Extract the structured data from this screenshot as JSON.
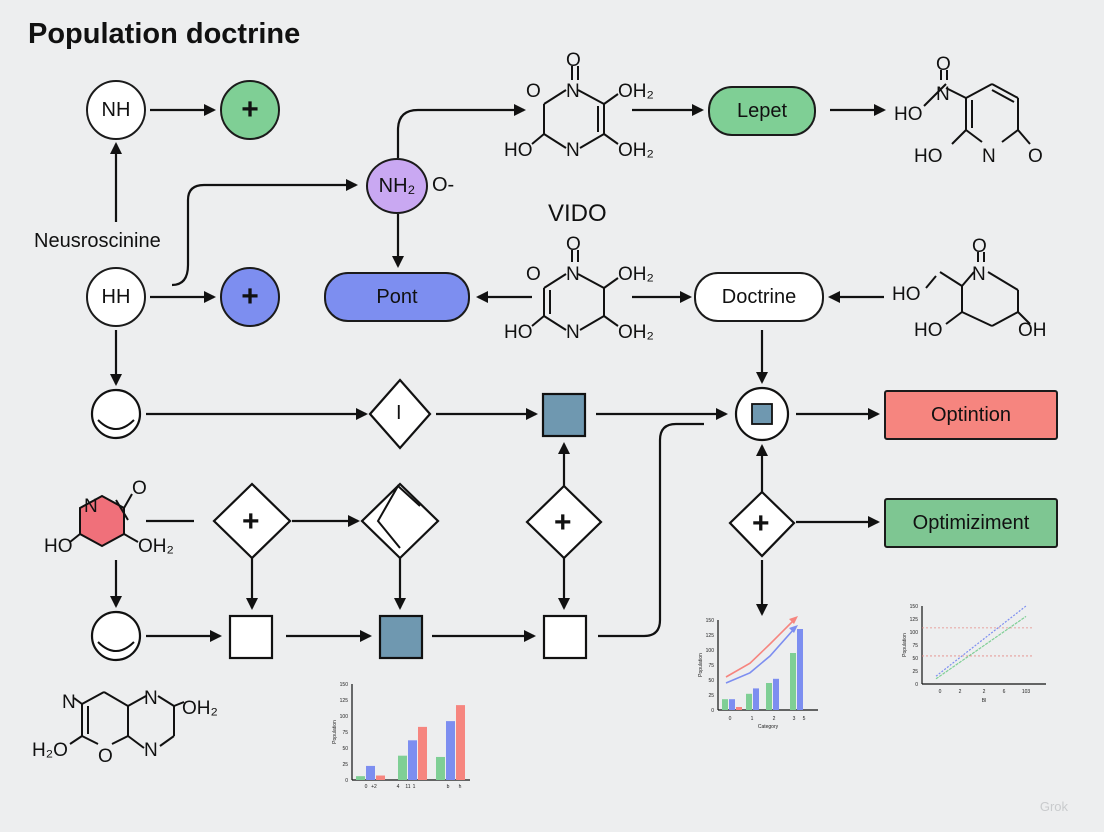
{
  "title": "Population doctrine",
  "colors": {
    "green": "#7fcf95",
    "blue": "#7d8ef0",
    "purple": "#c9a8f2",
    "red": "#f6857f",
    "green_box": "#7ec692",
    "steel": "#6f98b0",
    "red_hex": "#f0707a"
  },
  "nodes": {
    "nh": "NH",
    "hh": "HH",
    "plus": "+",
    "nh2": "NH₂",
    "nh2_suffix": "O-",
    "lepet": "Lepet",
    "pont": "Pont",
    "doctrine": "Doctrine",
    "optintion": "Optintion",
    "optimiziment": "Optimiziment",
    "diamond_i": "I"
  },
  "labels": {
    "neusroscinine": "Neusroscinine",
    "vido": "VIDO"
  },
  "molecules": {
    "m1": {
      "top": "O",
      "left": "O",
      "n_top": "N",
      "oh2_top": "OH₂",
      "ho_bottom": "HO",
      "n_bottom": "N",
      "oh2_bottom": "OH₂"
    },
    "m2": {
      "top": "O",
      "left": "O",
      "n_top": "N",
      "oh2_top": "OH₂",
      "ho_bottom": "HO",
      "n_bottom": "N",
      "oh2_bottom": "OH₂"
    },
    "pyridine": {
      "o_top": "O",
      "n_top": "N",
      "ho": "HO",
      "ho_bottom": "HO",
      "n_ring": "N",
      "o_right": "O"
    },
    "piperidine": {
      "o_top": "O",
      "n_top": "N",
      "ho_top": "HO",
      "ho_bottom": "HO",
      "oh_bottom": "OH"
    },
    "red_ring": {
      "n": "N",
      "o": "O",
      "ho": "HO",
      "oh2": "OH₂"
    },
    "bicyclic": {
      "n_left": "N",
      "n_top": "N",
      "oh2": "OH₂",
      "h2o": "H₂O",
      "o": "O",
      "n_bottom": "N"
    }
  },
  "chart_data": [
    {
      "type": "bar",
      "title": "",
      "ylabel": "Population",
      "categories": [
        "0",
        "+2",
        "4",
        "11",
        "1",
        "b",
        "h"
      ],
      "ylim": [
        0,
        150
      ],
      "yticks": [
        "150",
        "125",
        "100",
        "75",
        "50",
        "25",
        "0"
      ],
      "series": [
        {
          "color": "#7fcf95",
          "values": [
            6,
            0,
            38,
            0,
            36,
            0
          ]
        },
        {
          "color": "#7d8ef0",
          "values": [
            22,
            0,
            62,
            0,
            92,
            0
          ]
        },
        {
          "color": "#f6857f",
          "values": [
            7,
            0,
            83,
            0,
            117,
            0
          ]
        }
      ],
      "groups": [
        {
          "green": 6,
          "blue": 22,
          "red": 7
        },
        {
          "green": 38,
          "blue": 62,
          "red": 83
        },
        {
          "green": 36,
          "blue": 92,
          "red": 117
        }
      ]
    },
    {
      "type": "bar",
      "title": "",
      "ylabel": "Population",
      "xlabel": "Category",
      "categories": [
        "0",
        "1",
        "2",
        "3",
        "5"
      ],
      "ylim": [
        0,
        150
      ],
      "yticks": [
        "150",
        "125",
        "100",
        "75",
        "50",
        "25",
        "0"
      ],
      "groups": [
        {
          "green": 18,
          "blue": 18,
          "red": 5
        },
        {
          "green": 27,
          "blue": 36,
          "red": 0
        },
        {
          "green": 45,
          "blue": 52,
          "red": 0
        },
        {
          "green": 95,
          "blue": 135,
          "red": 0
        }
      ],
      "trend_lines": [
        {
          "color": "#f6857f",
          "values": [
            55,
            78,
            110,
            150
          ]
        },
        {
          "color": "#7d8ef0",
          "values": [
            45,
            62,
            90,
            135
          ]
        }
      ]
    },
    {
      "type": "line",
      "title": "",
      "ylabel": "Population",
      "xlabel": "Bl",
      "categories": [
        "0",
        "2",
        "2",
        "6",
        "103"
      ],
      "ylim": [
        0,
        150
      ],
      "yticks": [
        "150",
        "125",
        "100",
        "75",
        "50",
        "25",
        "0"
      ],
      "series": [
        {
          "color": "#7d8ef0",
          "values": [
            15,
            150
          ]
        },
        {
          "color": "#7fcf95",
          "values": [
            10,
            130
          ]
        }
      ]
    }
  ],
  "watermark": "Grok"
}
